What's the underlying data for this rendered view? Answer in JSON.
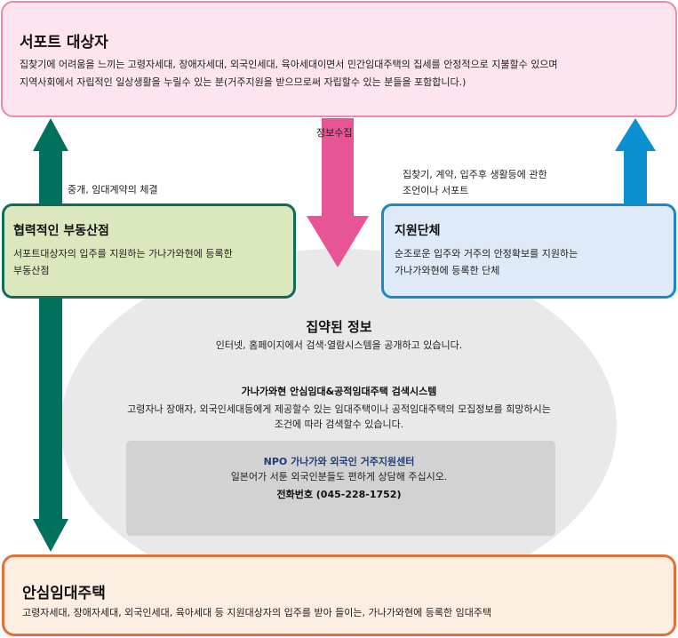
{
  "top": {
    "title": "서포트 대상자",
    "desc_line1": "집찾기에 어려움을 느끼는 고령자세대, 장애자세대, 외국인세대, 육아세대이면서 민간임대주택의 집세를 안정적으로 지불할수 있으며",
    "desc_line2": "지역사회에서 자립적인 일상생활을 누릴수 있는 분(거주지원을 받으므로써 자립할수 있는  분들을 포함합니다.)"
  },
  "arrows": {
    "info_collect": "정보수집",
    "brokerage": "중개, 임대계약의 체결",
    "support_line1": "집찾기, 계약, 입주후 생활등에 관한",
    "support_line2": "조언이나 서포트",
    "colors": {
      "green": "#00715c",
      "pink": "#e85596",
      "blue": "#0a8fd0"
    }
  },
  "left_box": {
    "title": "협력적인 부동산점",
    "desc_line1": "서포트대상자의 입주를 지원하는 가나가와현에 등록한",
    "desc_line2": "부동산점"
  },
  "right_box": {
    "title": "지원단체",
    "desc_line1": "순조로운 입주와 거주의 안정확보를 지원하는",
    "desc_line2": "가나가와현에 등록한 단체"
  },
  "center": {
    "title": "집약된 정보",
    "subtitle": "인터넷, 홈페이지에서 검색·열람시스템을 공개하고 있습니다.",
    "system_title": "가나가와현 안심임대&공적임대주택 검색시스템",
    "system_desc_line1": "고령자나 장애자, 외국인세대등에게 제공할수 있는 임대주택이나 공적임대주택의 모집정보를 희망하시는",
    "system_desc_line2": "조건에 따라 검색할수 있습니다."
  },
  "npo": {
    "title": "NPO 가나가와 외국인 거주지원센터",
    "desc": "일본어가 서툰 외국인분들도 편하게 상담해 주십시오.",
    "phone": "전화번호 (045-228-1752)"
  },
  "bottom": {
    "title": "안심임대주택",
    "desc": "고령자세대, 장애자세대, 외국인세대, 육아세대 등 지원대상자의 입주를 받아 들이는, 가나가와현에 등록한 임대주택"
  }
}
